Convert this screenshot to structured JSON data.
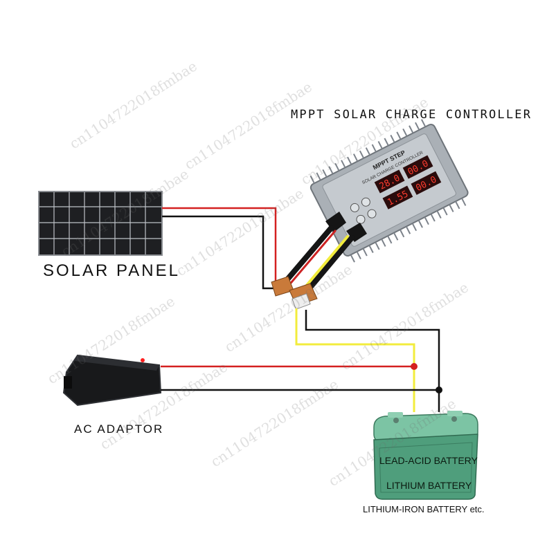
{
  "labels": {
    "controller_title": "MPPT SOLAR CHARGE CONTROLLER",
    "solar_panel": "SOLAR PANEL",
    "ac_adaptor": "AC ADAPTOR",
    "battery_line_1": "LEAD-ACID BATTERY",
    "battery_line_2": "LITHIUM BATTERY",
    "battery_caption": "LITHIUM-IRON BATTERY etc."
  },
  "controller_panel": {
    "brand": "MPPT STEP",
    "subtitle": "SOLAR CHARGE CONTROLLER",
    "displays": [
      "28.0",
      "00.0",
      "1.55",
      "00.0"
    ]
  },
  "watermark": "cn1104722018fmbae",
  "colors": {
    "positive_wire": "#d42020",
    "negative_wire": "#111111",
    "battery_wire": "#f2ec3c",
    "battery_body": "#4f9e7c",
    "display_led": "#ff3b2e"
  }
}
